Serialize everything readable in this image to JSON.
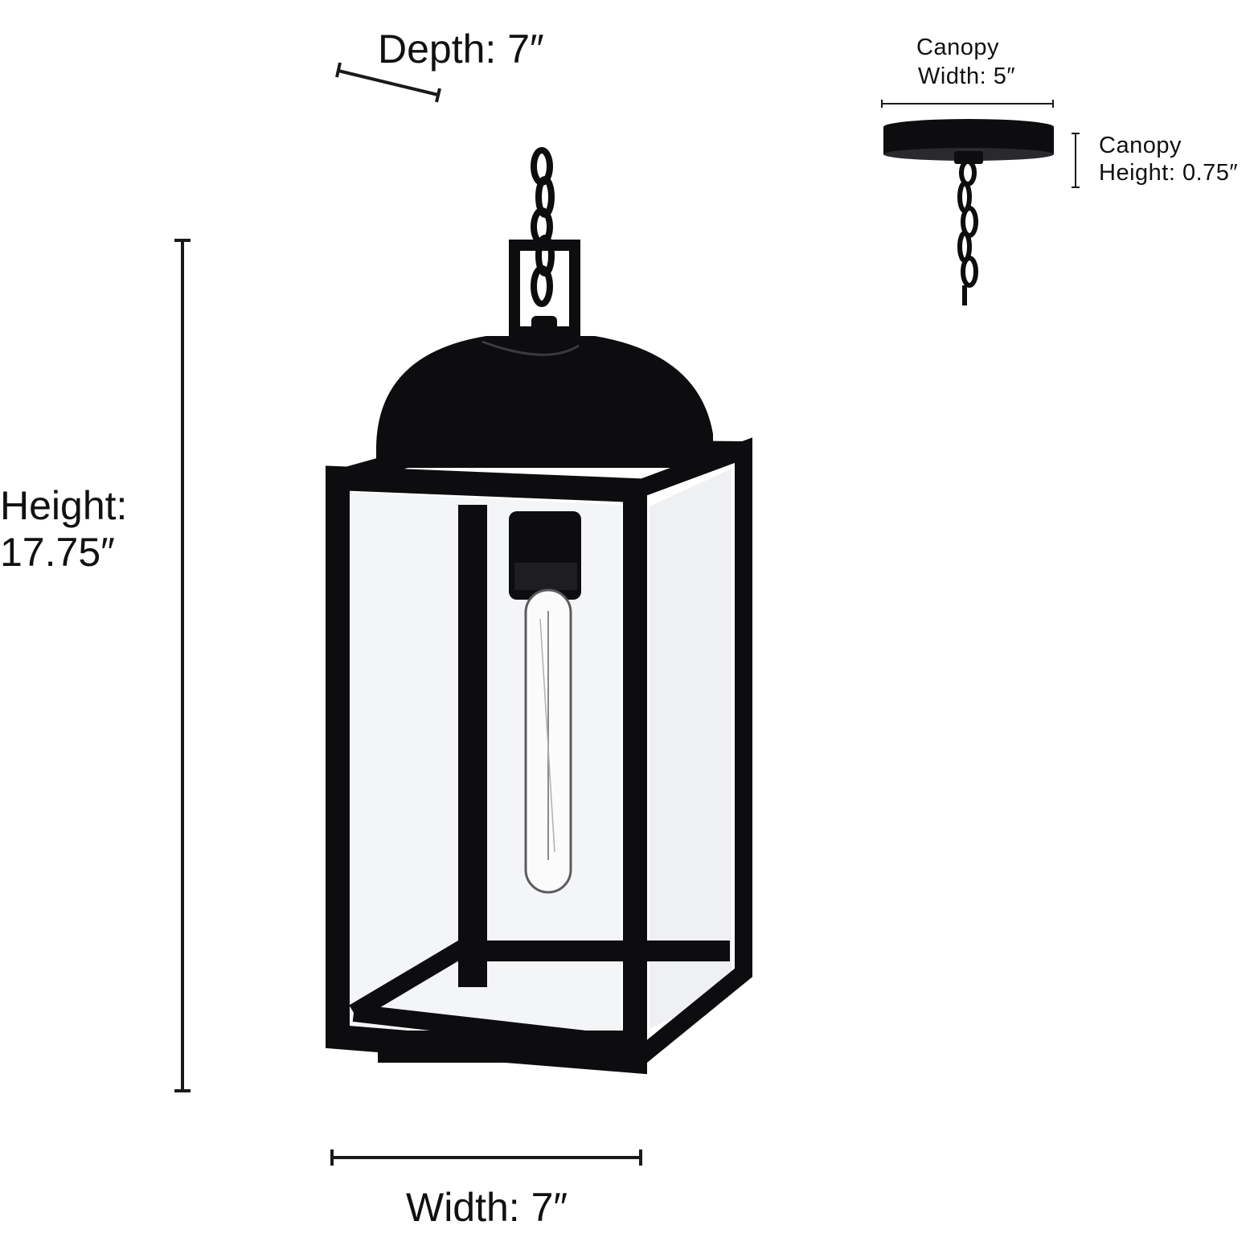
{
  "dimensions": {
    "depth": "Depth: 7″",
    "height_line1": "Height:",
    "height_line2": "17.75″",
    "width": "Width: 7″",
    "canopy_width_line1": "Canopy",
    "canopy_width_line2": "Width: 5″",
    "canopy_height_line1": "Canopy",
    "canopy_height_line2": "Height: 0.75″"
  },
  "colors": {
    "fixture": "#0d0d0f",
    "glass": "#f4f5f6",
    "dimension_line": "#1a1a1a",
    "background": "#ffffff"
  },
  "icons": {
    "lantern": "lantern-pendant-icon",
    "canopy": "ceiling-canopy-icon",
    "bulb": "tubular-bulb-icon"
  }
}
